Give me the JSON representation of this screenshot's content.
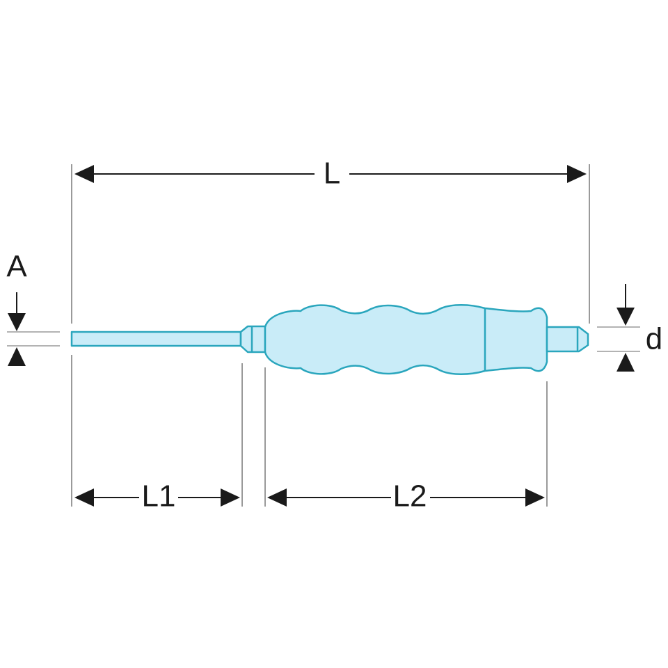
{
  "dimensions": {
    "total_length": "L",
    "blade_length": "L1",
    "handle_length": "L2",
    "blade_size": "A",
    "tip_diameter": "d"
  },
  "colors": {
    "tool_fill": "#c9ecf8",
    "tool_outline": "#2aa6bd",
    "dimension_ink": "#1a1a1a",
    "extension_line": "#9a9a9a"
  }
}
